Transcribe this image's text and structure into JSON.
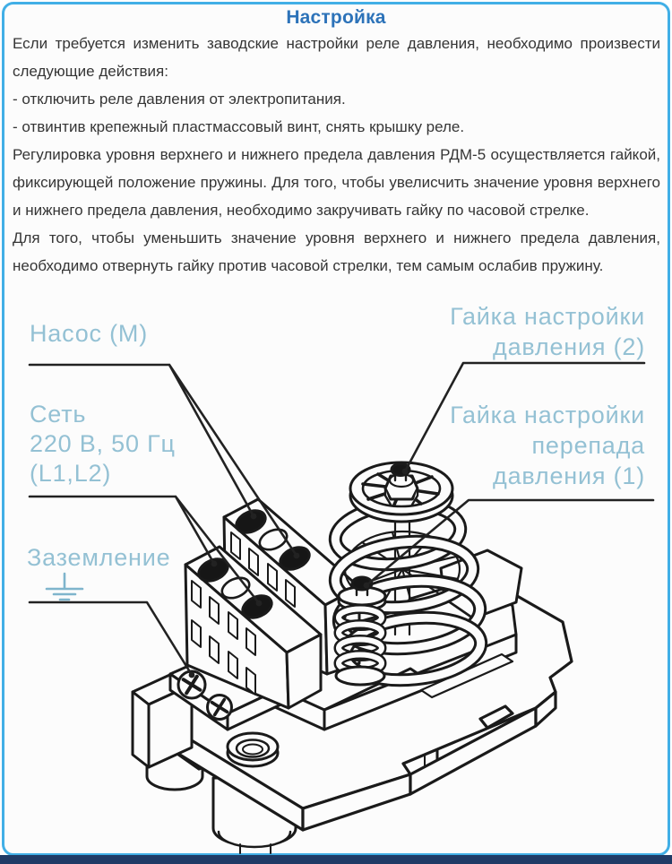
{
  "title": "Настройка",
  "paragraphs": {
    "p1": "Если требуется изменить заводские настройки реле давления, необходимо произвести следующие действия:",
    "p2": "- отключить реле давления от электропитания.",
    "p3": "- отвинтив крепежный пластмассовый винт, снять крышку реле.",
    "p4": "Регулировка уровня верхнего и нижнего предела давления РДМ-5 осуществляется гайкой, фиксирующей положение пружины. Для того, чтобы увелисчить значение уровня верхнего и нижнего предела давления, необходимо закручивать гайку по часовой стрелке.",
    "p5": "Для того, чтобы уменьшить значение уровня верхнего и нижнего предела давления, необходимо отвернуть гайку против часовой стрелки, тем самым ослабив пружину."
  },
  "callouts": {
    "pump": "Насос (М)",
    "mains_line1": "Сеть",
    "mains_line2": "220 В, 50 Гц",
    "mains_line3": "(L1,L2)",
    "ground": "Заземление",
    "nut2_line1": "Гайка настройки",
    "nut2_line2": "давления (2)",
    "nut1_line1": "Гайка настройки",
    "nut1_line2": "перепада",
    "nut1_line3": "давления (1)"
  },
  "colors": {
    "border_blue": "#41afe6",
    "title_blue": "#2d73b9",
    "callout_blue": "#94c1d4",
    "footer_navy": "#1f3b66",
    "text_gray": "#353535",
    "line_black": "#1a1a1a"
  }
}
